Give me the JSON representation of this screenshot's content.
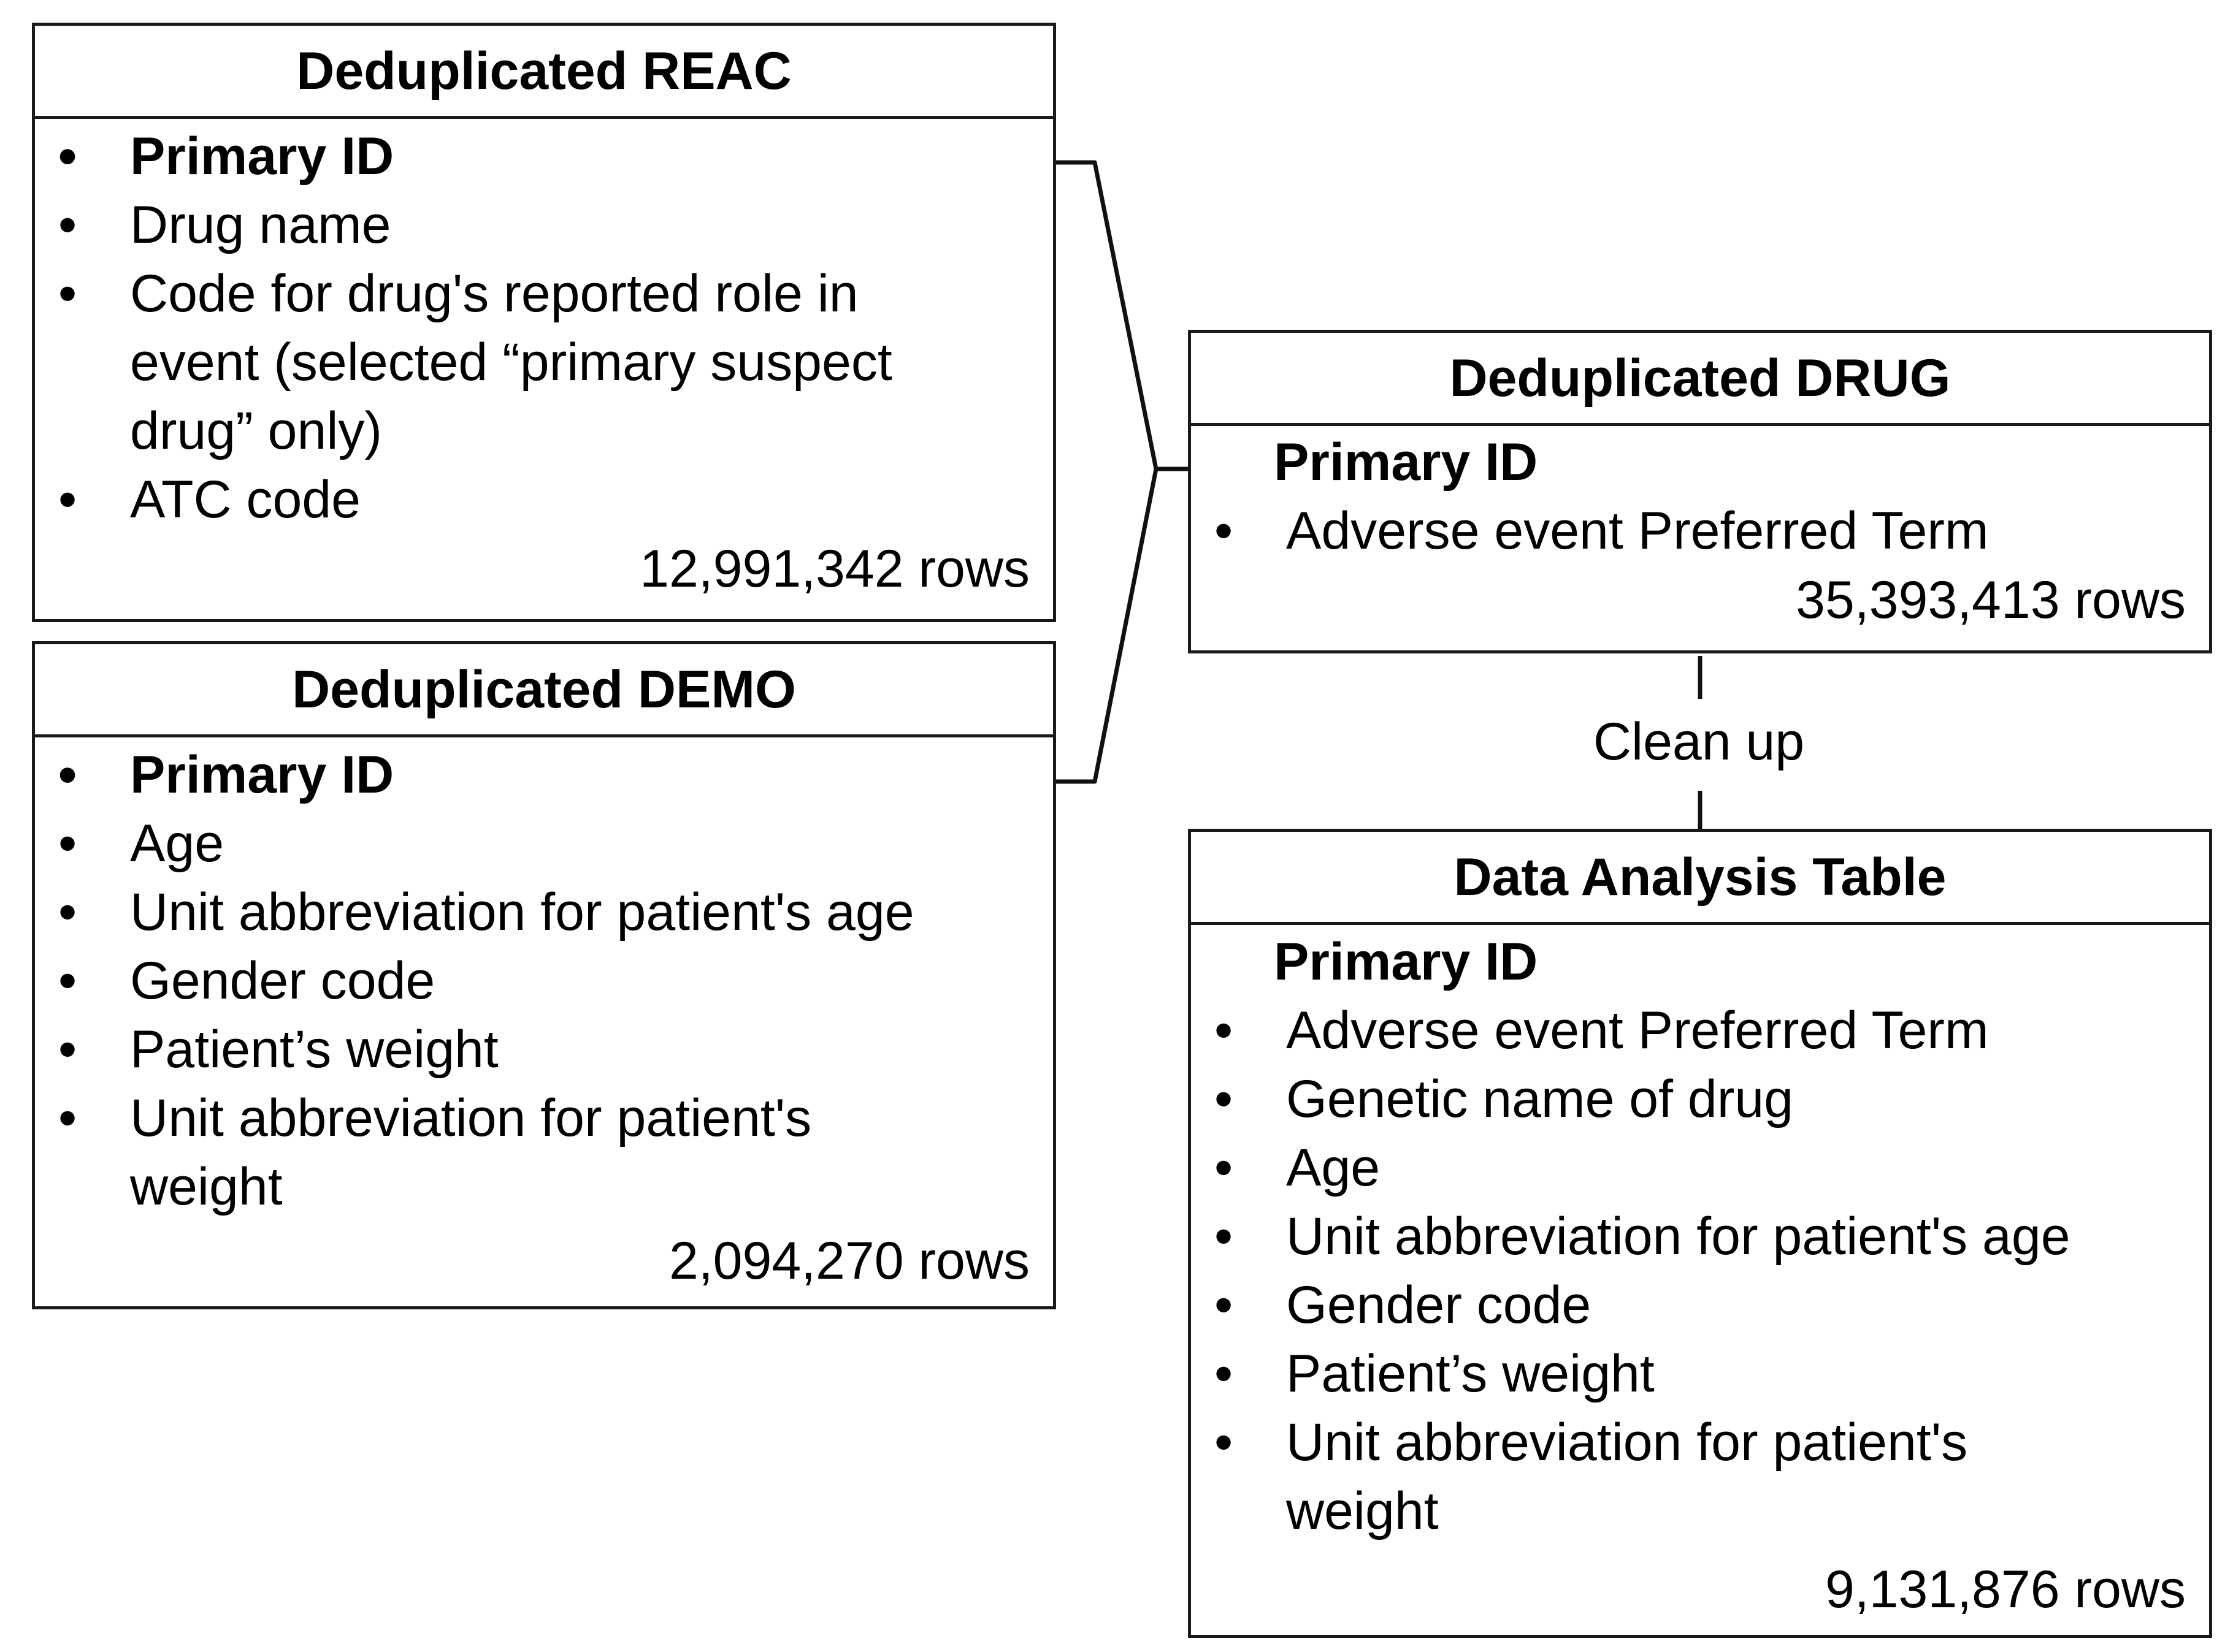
{
  "reac": {
    "title": "Deduplicated REAC",
    "fields": [
      {
        "bullet": "•",
        "text": "Primary ID"
      },
      {
        "bullet": "•",
        "text": "Drug name"
      },
      {
        "bullet": "•",
        "text": "Code for drug's reported role in event (selected “primary suspect drug” only)"
      },
      {
        "bullet": "•",
        "text": "ATC code"
      }
    ],
    "rows": "12,991,342 rows"
  },
  "demo": {
    "title": "Deduplicated DEMO",
    "fields": [
      {
        "bullet": "•",
        "text": "Primary ID"
      },
      {
        "bullet": "•",
        "text": "Age"
      },
      {
        "bullet": "•",
        "text": "Unit abbreviation for patient's age"
      },
      {
        "bullet": "•",
        "text": "Gender code"
      },
      {
        "bullet": "•",
        "text": "Patient’s weight"
      },
      {
        "bullet": "•",
        "text": "Unit abbreviation for patient's weight"
      }
    ],
    "rows": "2,094,270 rows"
  },
  "drug": {
    "title": "Deduplicated DRUG",
    "fields": [
      {
        "bullet": "",
        "text": "Primary ID"
      },
      {
        "bullet": "•",
        "text": "Adverse event Preferred Term"
      }
    ],
    "rows": "35,393,413 rows"
  },
  "analysis": {
    "title": "Data Analysis Table",
    "fields": [
      {
        "bullet": "",
        "text": "Primary ID"
      },
      {
        "bullet": "•",
        "text": "Adverse event Preferred Term"
      },
      {
        "bullet": "•",
        "text": "Genetic name of drug"
      },
      {
        "bullet": "•",
        "text": "Age"
      },
      {
        "bullet": "•",
        "text": "Unit abbreviation for patient's age"
      },
      {
        "bullet": "•",
        "text": "Gender code"
      },
      {
        "bullet": "•",
        "text": "Patient’s weight"
      },
      {
        "bullet": "•",
        "text": "Unit abbreviation for patient's weight"
      }
    ],
    "rows": "9,131,876 rows"
  },
  "connector": {
    "clean_up_label": "Clean up"
  }
}
